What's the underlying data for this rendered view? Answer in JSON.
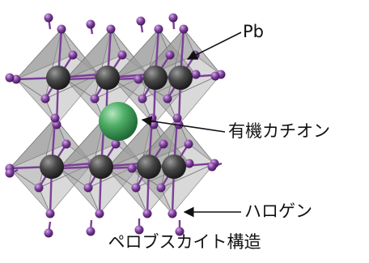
{
  "labels": {
    "lead": "Pb",
    "organic_cation": "有機カチオン",
    "halogen": "ハロゲン"
  },
  "caption": "ペロブスカイト構造",
  "colors": {
    "lead_atom": "#3a3a3a",
    "organic_cation": "#3f9a56",
    "halogen_atom": "#7b3f97",
    "octahedron_face": "#9a9a9a",
    "bond": "#7b3f97",
    "arrow": "#111111",
    "text": "#111111"
  }
}
